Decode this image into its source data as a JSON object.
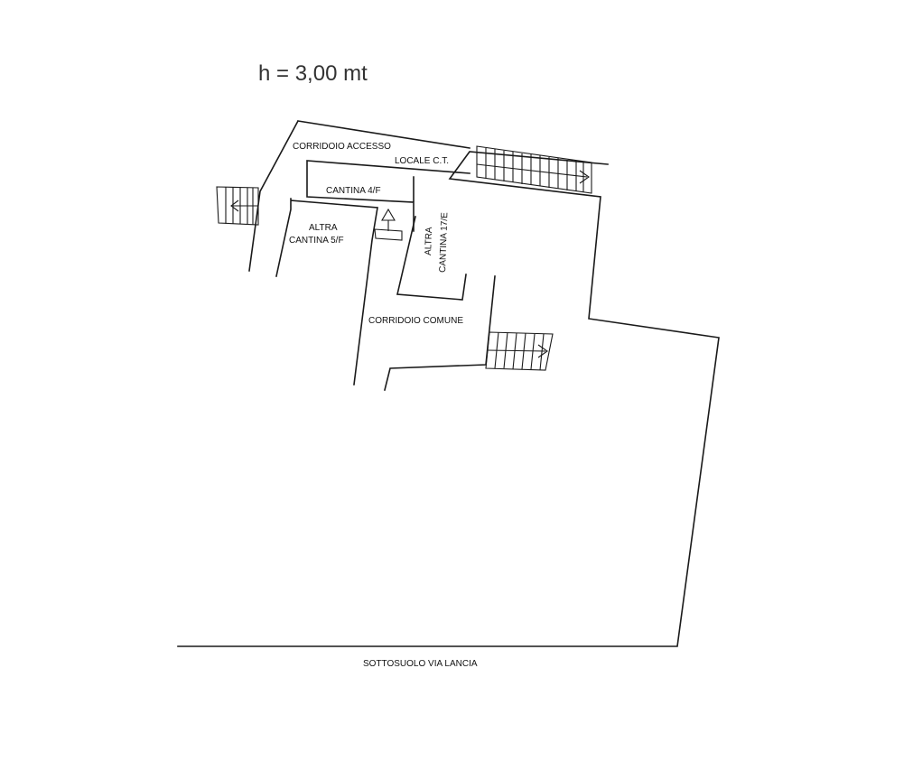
{
  "floor_height": "h = 3,00 mt",
  "rooms": {
    "corridoio_accesso": "CORRIDOIO ACCESSO",
    "locale_ct": "LOCALE C.T.",
    "cantina_4f": "CANTINA 4/F",
    "altra_cantina_5f_line1": "ALTRA",
    "altra_cantina_5f_line2": "CANTINA 5/F",
    "altra_cantina_17e_line1": "ALTRA",
    "altra_cantina_17e_line2": "CANTINA 17/E",
    "corridoio_comune": "CORRIDOIO COMUNE"
  },
  "street_label": "SOTTOSUOLO VIA LANCIA"
}
